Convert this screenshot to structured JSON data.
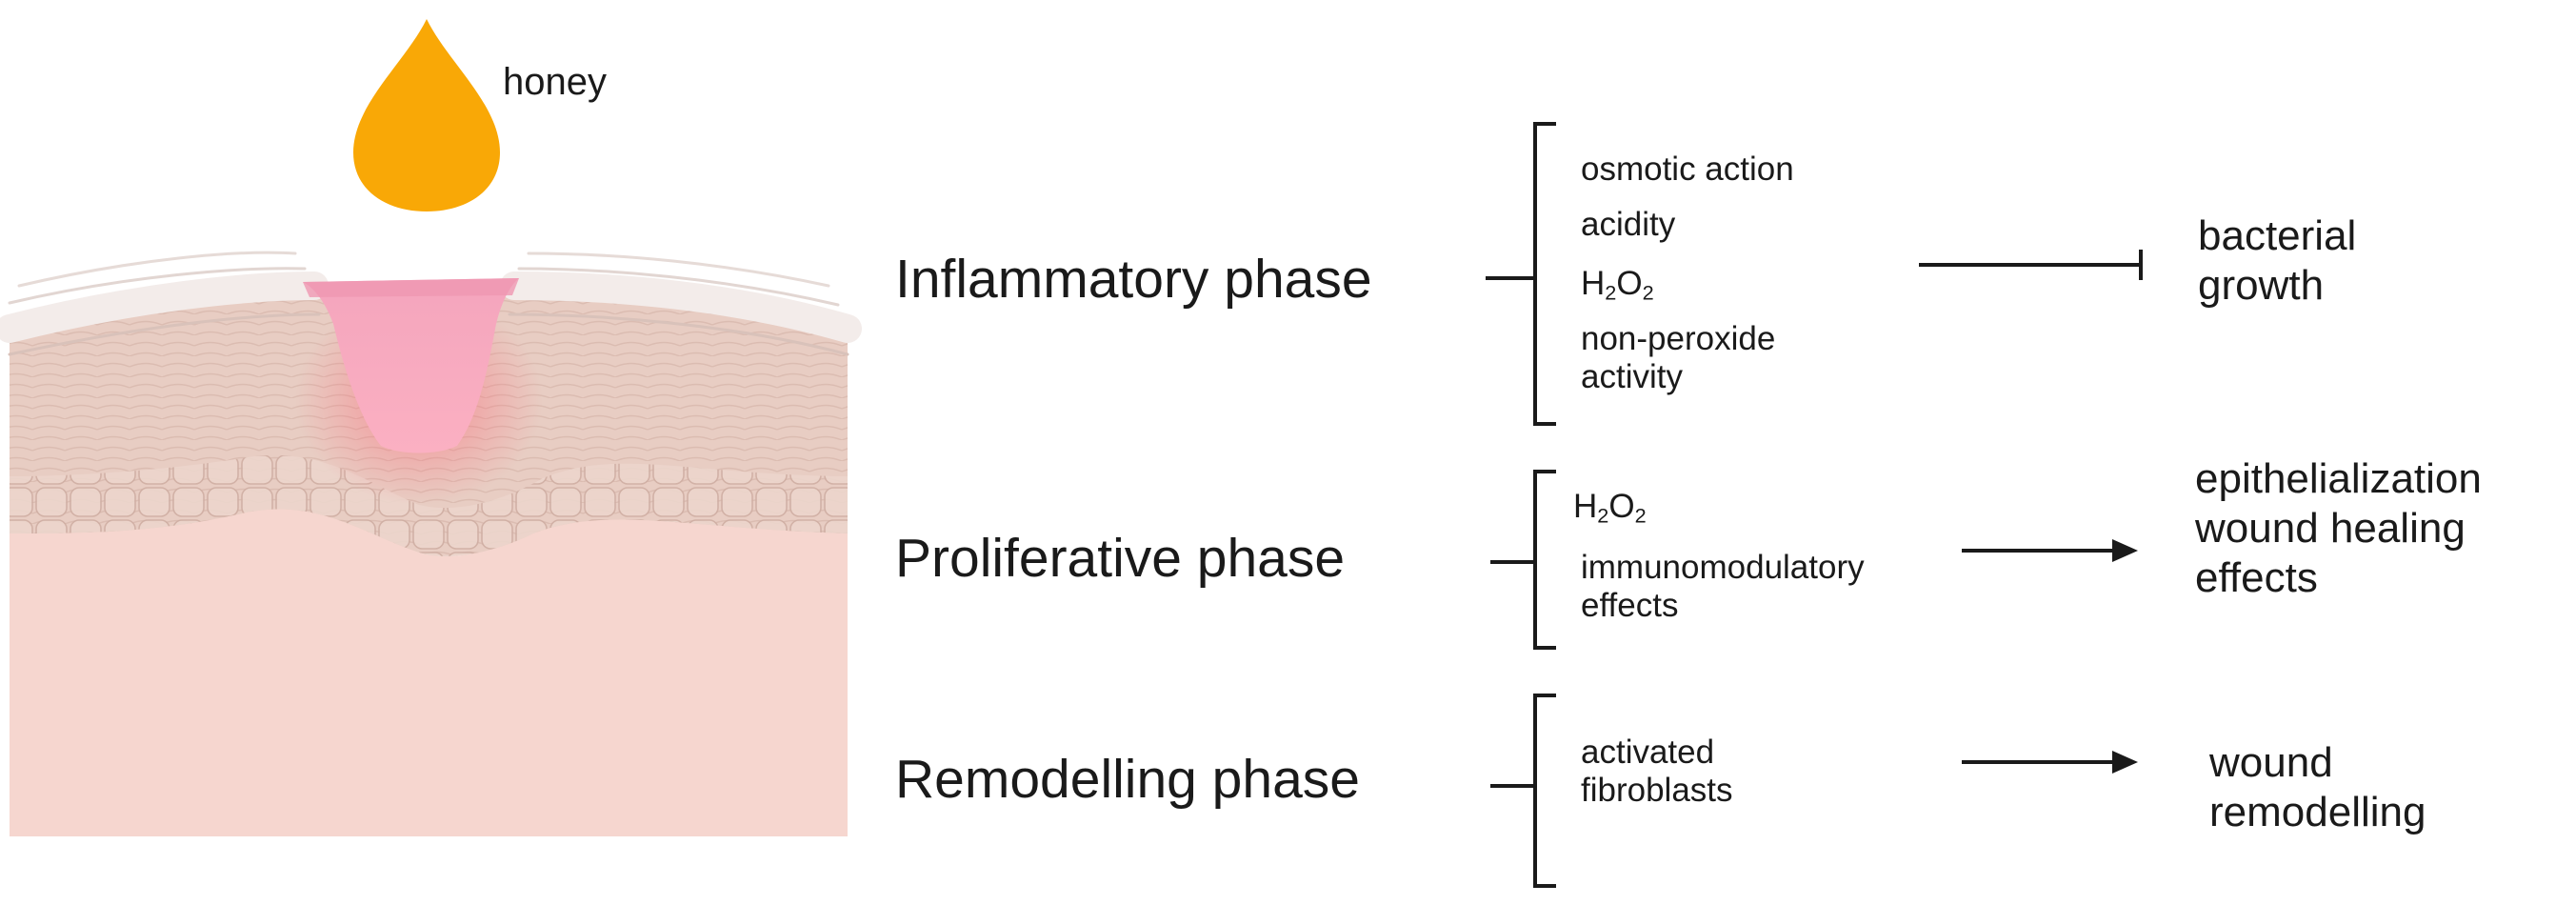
{
  "illustration": {
    "drop_label": "honey",
    "colors": {
      "honey": "#f9a806",
      "skin_deep": "#f6d6cf",
      "wound": "#f7a8be",
      "epidermis": "#e5c7bd"
    }
  },
  "phases": [
    {
      "name": "Inflammatory phase",
      "factors": [
        {
          "text": "osmotic action"
        },
        {
          "text": "acidity"
        },
        {
          "base": "H",
          "sub1": "2",
          "mid": "O",
          "sub2": "2"
        },
        {
          "text": "non-peroxide"
        },
        {
          "text": "activity"
        }
      ],
      "connector": "inhibition",
      "outcome": [
        "bacterial",
        "growth"
      ]
    },
    {
      "name": "Proliferative phase",
      "factors": [
        {
          "base": "H",
          "sub1": "2",
          "mid": "O",
          "sub2": "2"
        },
        {
          "text": "immunomodulatory"
        },
        {
          "text": "effects"
        }
      ],
      "connector": "arrow",
      "outcome": [
        "epithelialization",
        "wound healing",
        "effects"
      ]
    },
    {
      "name": "Remodelling phase",
      "factors": [
        {
          "text": "activated"
        },
        {
          "text": "fibroblasts"
        }
      ],
      "connector": "arrow",
      "outcome": [
        "wound",
        "remodelling"
      ]
    }
  ]
}
